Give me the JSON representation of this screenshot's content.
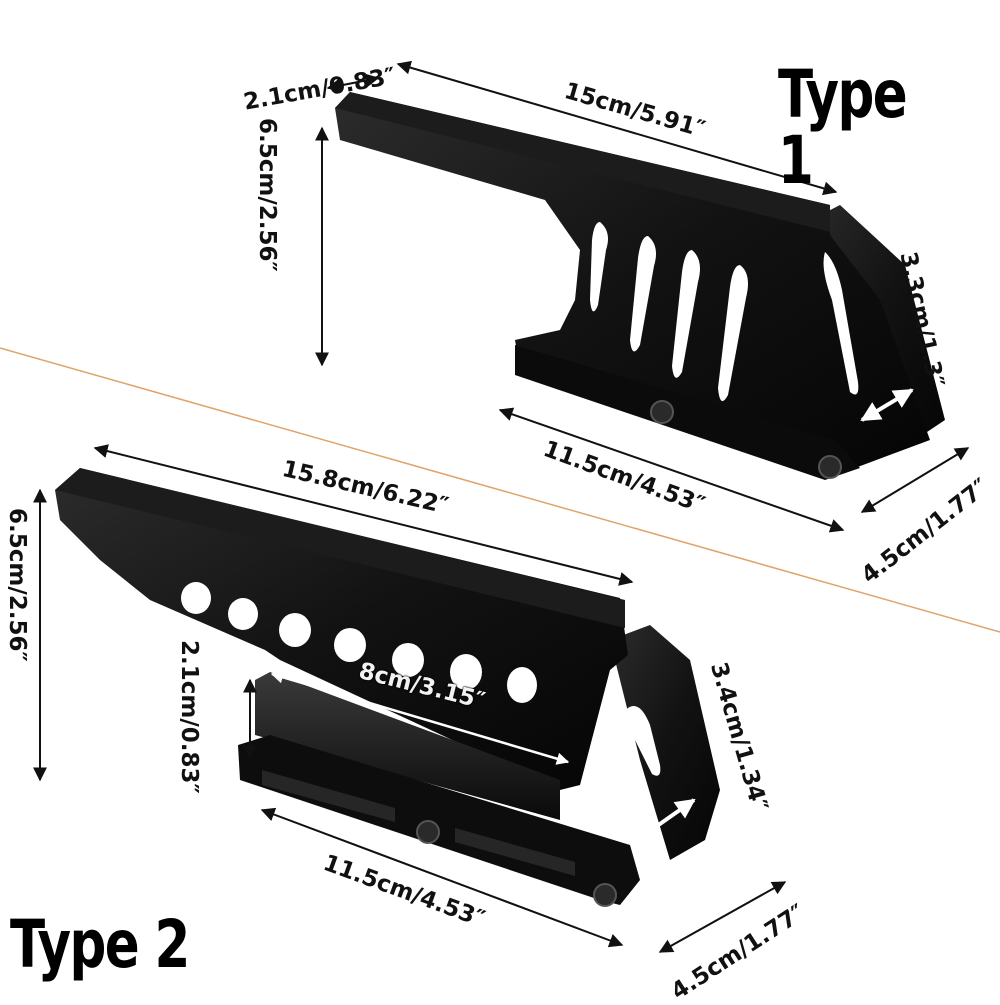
{
  "product_image": {
    "type1": {
      "title": "Type 1",
      "dimensions": {
        "width_top": "2.1cm/0.83″",
        "length_top": "15cm/5.91″",
        "height": "6.5cm/2.56″",
        "side_height": "3.3cm/1.3″",
        "base_length": "11.5cm/4.53″",
        "base_width": "4.5cm/1.77″"
      }
    },
    "type2": {
      "title": "Type 2",
      "dimensions": {
        "length_top": "15.8cm/6.22″",
        "height": "6.5cm/2.56″",
        "side_rail_height": "2.1cm/0.83″",
        "side_rail_length": "8cm/3.15″",
        "side_height": "3.4cm/1.34″",
        "base_length": "11.5cm/4.53″",
        "base_width": "4.5cm/1.77″"
      }
    },
    "colors": {
      "background": "#ffffff",
      "mount": "#141414",
      "divider": "#e0a36b",
      "text": "#111111"
    }
  }
}
